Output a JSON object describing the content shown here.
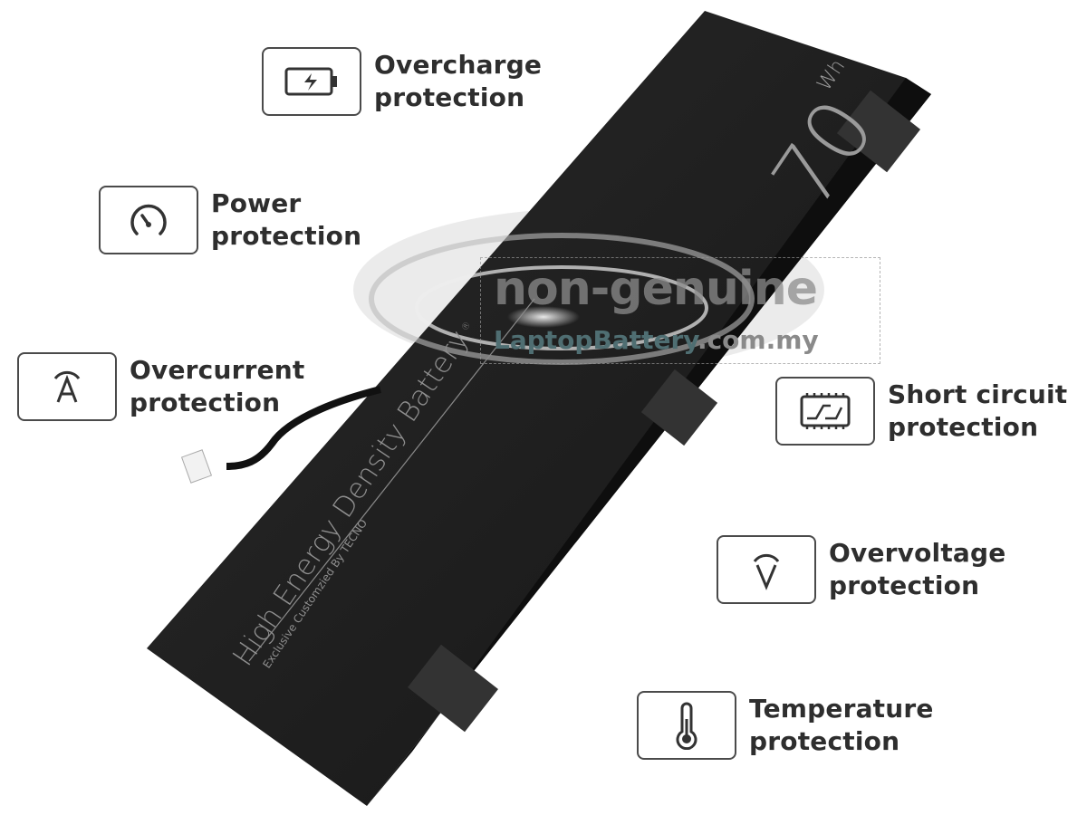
{
  "features": [
    {
      "line1": "Overcharge",
      "line2": "protection",
      "icon": "battery-charging-icon"
    },
    {
      "line1": "Power",
      "line2": "protection",
      "icon": "gauge-icon"
    },
    {
      "line1": "Overcurrent",
      "line2": "protection",
      "icon": "ampere-icon"
    },
    {
      "line1": "Short circuit",
      "line2": "protection",
      "icon": "circuit-board-icon"
    },
    {
      "line1": "Overvoltage",
      "line2": "protection",
      "icon": "voltage-icon"
    },
    {
      "line1": "Temperature",
      "line2": "protection",
      "icon": "thermometer-icon"
    }
  ],
  "battery": {
    "capacity": "70",
    "unit": "Wh",
    "headline": "High Energy Density Battery",
    "registered": "®",
    "subline": "Exclusive Customzied By TECNO"
  },
  "watermark": {
    "line1": "non-genuine",
    "brand": "LaptopBattery",
    "domain": ".com.my"
  },
  "colors": {
    "battery": "#1e1e1e",
    "text": "#2e2e2e",
    "watermark_brand": "#4f6e72"
  }
}
